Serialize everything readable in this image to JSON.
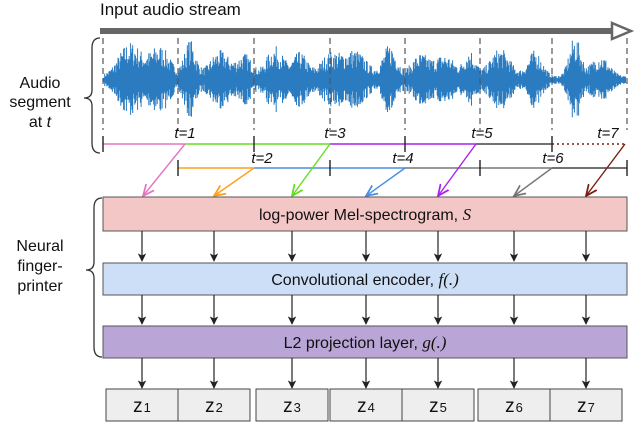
{
  "title": "Input audio stream",
  "left_labels": {
    "audio_line1": "Audio",
    "audio_line2": "segment",
    "audio_line3_prefix": "at ",
    "audio_line3_var": "t",
    "neural_line1": "Neural",
    "neural_line2": "finger-",
    "neural_line3": "printer"
  },
  "segments": [
    {
      "label": "t=1",
      "color": "#e377c2"
    },
    {
      "label": "t=2",
      "color": "#ff9f1c"
    },
    {
      "label": "t=3",
      "color": "#66dd22"
    },
    {
      "label": "t=4",
      "color": "#4a8fe0"
    },
    {
      "label": "t=5",
      "color": "#aa22ee"
    },
    {
      "label": "t=6",
      "color": "#777777"
    },
    {
      "label": "t=7",
      "color": "#7a1f0f"
    }
  ],
  "boxes": {
    "mel": {
      "text": "log-power Mel-spectrogram, ",
      "var": "S",
      "fill": "#f4c7c7"
    },
    "conv": {
      "text": "Convolutional encoder, ",
      "var": "f(.)",
      "fill": "#cddff7"
    },
    "proj": {
      "text": "L2 projection layer, ",
      "var": "g(.)",
      "fill": "#b9a5d6"
    }
  },
  "outputs": [
    {
      "main": "z",
      "sub": "1"
    },
    {
      "main": "z",
      "sub": "2"
    },
    {
      "main": "z",
      "sub": "3"
    },
    {
      "main": "z",
      "sub": "4"
    },
    {
      "main": "z",
      "sub": "5"
    },
    {
      "main": "z",
      "sub": "6"
    },
    {
      "main": "z",
      "sub": "7"
    }
  ],
  "colors": {
    "waveform": "#2a7bbf",
    "stream_arrow": "#666666"
  }
}
